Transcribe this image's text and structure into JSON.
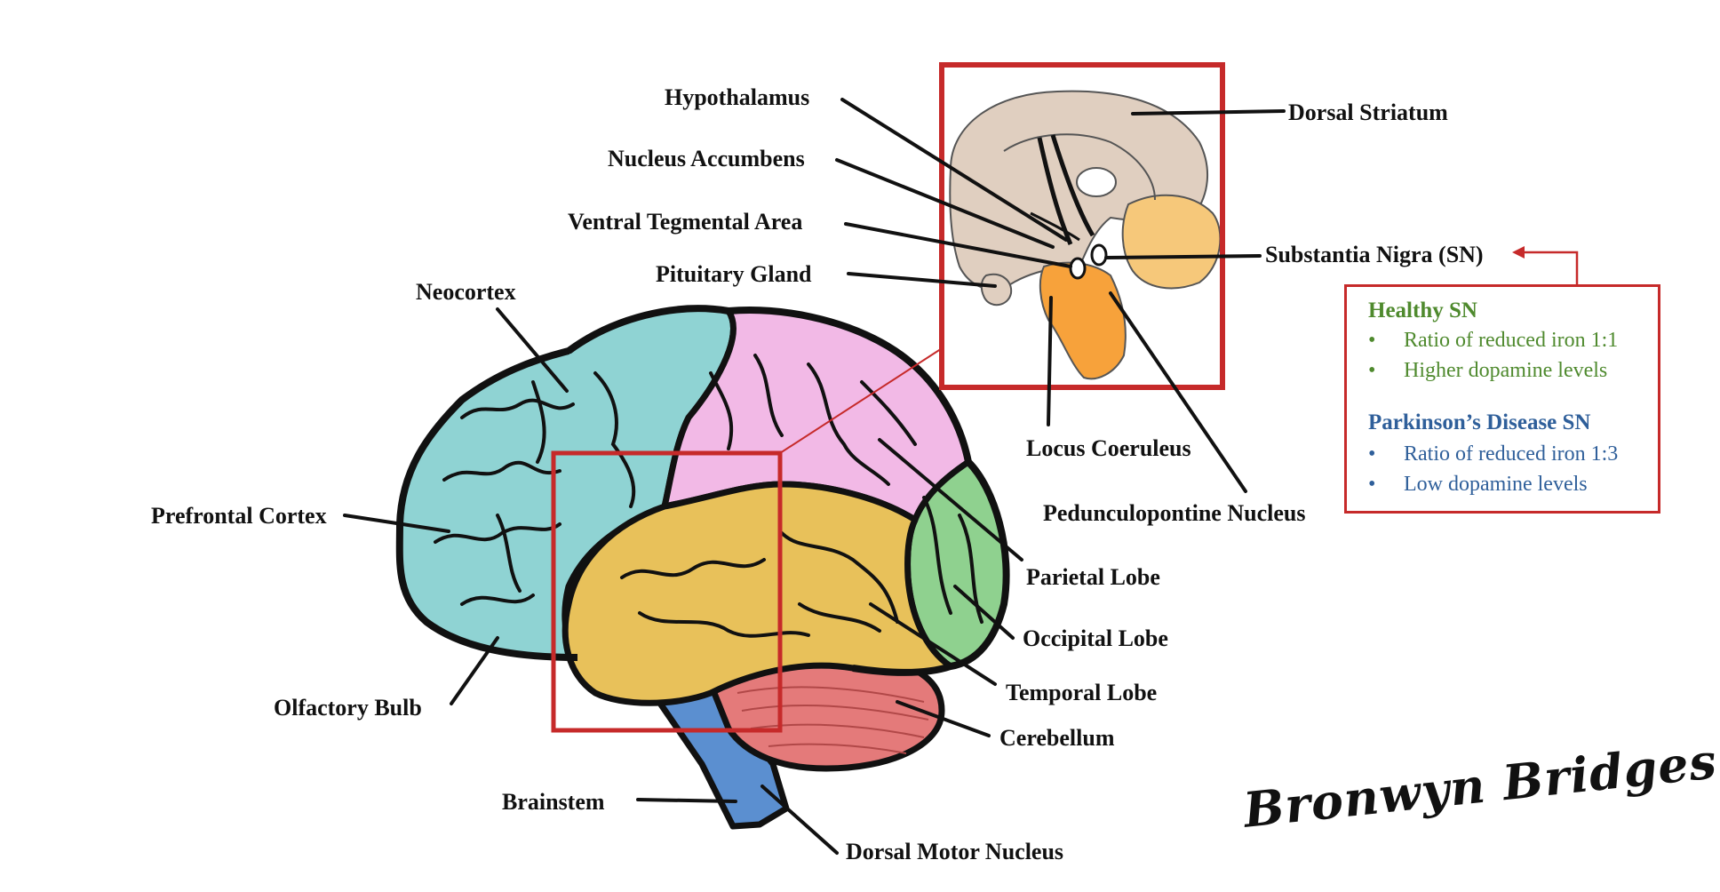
{
  "labels": {
    "hypothalamus": "Hypothalamus",
    "nucleus_accumbens": "Nucleus Accumbens",
    "ventral_tegmental_area": "Ventral Tegmental Area",
    "pituitary_gland": "Pituitary Gland",
    "neocortex": "Neocortex",
    "prefrontal_cortex": "Prefrontal Cortex",
    "olfactory_bulb": "Olfactory Bulb",
    "brainstem": "Brainstem",
    "dorsal_motor_nucleus": "Dorsal Motor Nucleus",
    "cerebellum": "Cerebellum",
    "temporal_lobe": "Temporal Lobe",
    "occipital_lobe": "Occipital Lobe",
    "parietal_lobe": "Parietal Lobe",
    "pedunculopontine_nucleus": "Pedunculopontine Nucleus",
    "locus_coeruleus": "Locus Coeruleus",
    "dorsal_striatum": "Dorsal Striatum",
    "substantia_nigra": "Substantia Nigra (SN)"
  },
  "legend": {
    "healthy_title": "Healthy SN",
    "healthy_items": [
      "Ratio of reduced iron 1:1",
      "Higher dopamine levels"
    ],
    "parkinsons_title": "Parkinson’s Disease SN",
    "parkinsons_items": [
      "Ratio of reduced iron 1:3",
      "Low dopamine levels"
    ],
    "bullet": "•"
  },
  "signature": "Bronwyn Bridges",
  "colors": {
    "frontal": "#8fd3d3",
    "parietal": "#f2b9e6",
    "temporal": "#e8c15a",
    "occipital": "#8fd18f",
    "cerebellum": "#e47a7a",
    "brainstem": "#5b8fd0",
    "highlight_box": "#c62a2a",
    "healthy": "#4f8a2e",
    "parkinsons": "#2f5f9a",
    "sn_inset_tissue": "#e0cfc0",
    "sn_inset_brainstem": "#f7a23b",
    "sn_inset_cerebellum": "#f6c87a"
  }
}
